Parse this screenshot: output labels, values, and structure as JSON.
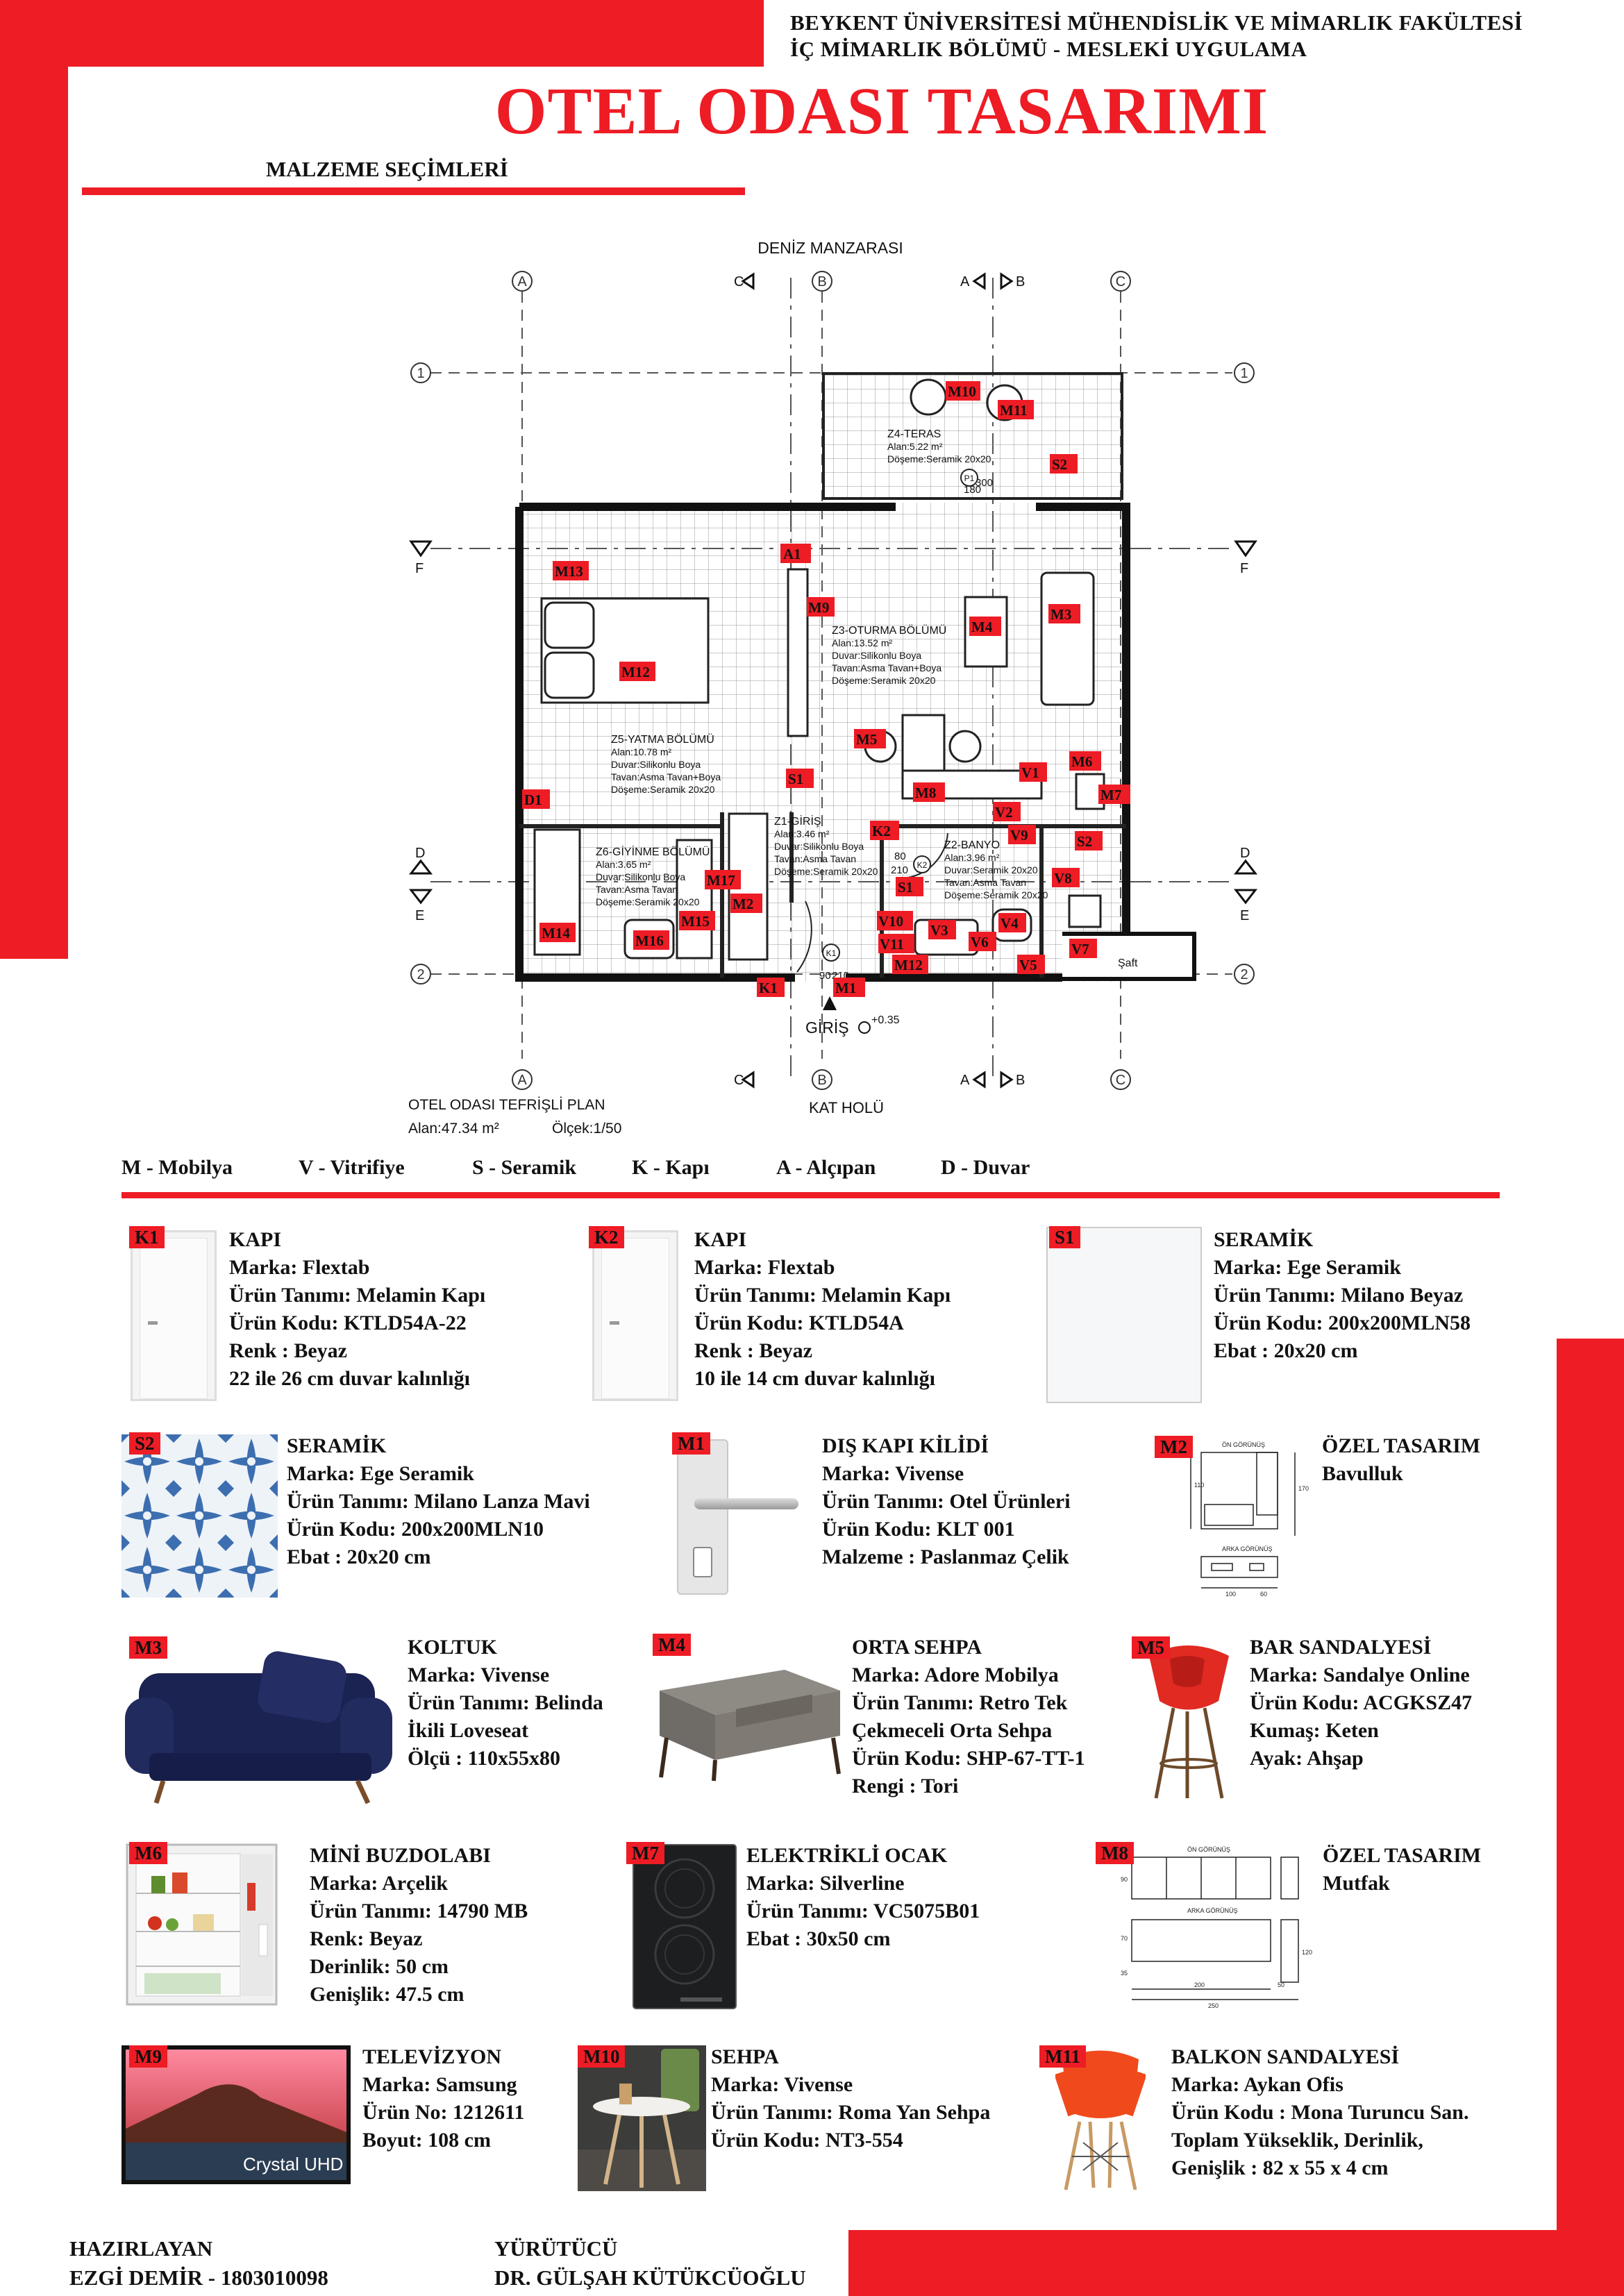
{
  "header": {
    "line1": "BEYKENT ÜNİVERSİTESİ MÜHENDİSLİK VE MİMARLIK FAKÜLTESİ",
    "line2": "İÇ MİMARLIK BÖLÜMÜ - MESLEKİ UYGULAMA",
    "title": "OTEL ODASI TASARIMI",
    "subtitle": "MALZEME SEÇİMLERİ"
  },
  "plan": {
    "top_label": "DENİZ MANZARASI",
    "bottom_label": "KAT HOLÜ",
    "entry_label": "GİRİŞ",
    "elevation": "+0.35",
    "caption_title": "OTEL ODASI TEFRİŞLİ PLAN",
    "caption_area": "Alan:47.34 m²",
    "caption_scale": "Ölçek:1/50",
    "grid": {
      "A": "A",
      "B": "B",
      "C": "C",
      "r1": "1",
      "r2": "2"
    },
    "sections": {
      "c": "C",
      "a": "A",
      "b": "B",
      "d": "D",
      "e": "E",
      "f": "F"
    },
    "shaft": "Şaft",
    "door_dims": {
      "d1": "80",
      "d2": "210",
      "d3": "90",
      "d4": "210",
      "d5": "180",
      "d6": "300"
    },
    "zones": [
      {
        "name": "Z4-TERAS",
        "lines": [
          "Alan:5.22 m²",
          "Döşeme:Seramik 20x20"
        ]
      },
      {
        "name": "Z3-OTURMA BÖLÜMÜ",
        "lines": [
          "Alan:13.52 m²",
          "Duvar:Silikonlu Boya",
          "Tavan:Asma Tavan+Boya",
          "Döşeme:Seramik 20x20"
        ]
      },
      {
        "name": "Z5-YATMA BÖLÜMÜ",
        "lines": [
          "Alan:10.78 m²",
          "Duvar:Silikonlu Boya",
          "Tavan:Asma Tavan+Boya",
          "Döşeme:Seramik 20x20"
        ]
      },
      {
        "name": "Z1-GİRİŞ",
        "lines": [
          "Alan:3.46 m²",
          "Duvar:Silikonlu Boya",
          "Tavan:Asma Tavan",
          "Döşeme:Seramik 20x20"
        ]
      },
      {
        "name": "Z2-BANYO",
        "lines": [
          "Alan:3.96 m²",
          "Duvar:Seramik 20x20",
          "Tavan:Asma Tavan",
          "Döşeme:Seramik 20x20"
        ]
      },
      {
        "name": "Z6-GİYİNME BÖLÜMÜ",
        "lines": [
          "Alan:3.65 m²",
          "Duvar:Silikonlu Boya",
          "Tavan:Asma Tavan",
          "Döşeme:Seramik 20x20"
        ]
      }
    ],
    "tags": [
      "M10",
      "M11",
      "S2",
      "A1",
      "M13",
      "M9",
      "M4",
      "M3",
      "M12",
      "M5",
      "S1",
      "V1",
      "M6",
      "M7",
      "D1",
      "M8",
      "V2",
      "K2",
      "V9",
      "S2",
      "M17",
      "M2",
      "S1",
      "V8",
      "V10",
      "V3",
      "V4",
      "M14",
      "M16",
      "M15",
      "V11",
      "V6",
      "M12",
      "V5",
      "V7",
      "K1",
      "M1"
    ],
    "grid_labels_small": [
      "K1",
      "K2",
      "P1"
    ]
  },
  "legend": [
    "M - Mobilya",
    "V - Vitrifiye",
    "S - Seramik",
    "K - Kapı",
    "A - Alçıpan",
    "D - Duvar"
  ],
  "items": [
    {
      "code": "K1",
      "lines": [
        "KAPI",
        "Marka: Flextab",
        "Ürün Tanımı: Melamin Kapı",
        "Ürün Kodu: KTLD54A-22",
        "Renk : Beyaz",
        "22 ile 26 cm duvar kalınlığı"
      ]
    },
    {
      "code": "K2",
      "lines": [
        "KAPI",
        "Marka: Flextab",
        "Ürün Tanımı: Melamin Kapı",
        "Ürün Kodu: KTLD54A",
        "Renk : Beyaz",
        "10 ile 14 cm duvar kalınlığı"
      ]
    },
    {
      "code": "S1",
      "lines": [
        "SERAMİK",
        "Marka: Ege Seramik",
        "Ürün Tanımı: Milano Beyaz",
        "Ürün Kodu: 200x200MLN58",
        "Ebat : 20x20 cm"
      ]
    },
    {
      "code": "S2",
      "lines": [
        "SERAMİK",
        "Marka: Ege Seramik",
        "Ürün Tanımı: Milano Lanza Mavi",
        "Ürün Kodu: 200x200MLN10",
        "Ebat : 20x20 cm"
      ]
    },
    {
      "code": "M1",
      "lines": [
        "DIŞ KAPI KİLİDİ",
        "Marka: Vivense",
        "Ürün Tanımı: Otel Ürünleri",
        "Ürün Kodu: KLT 001",
        "Malzeme : Paslanmaz Çelik"
      ]
    },
    {
      "code": "M2",
      "lines": [
        "ÖZEL TASARIM",
        "Bavulluk"
      ]
    },
    {
      "code": "M3",
      "lines": [
        "KOLTUK",
        "Marka: Vivense",
        "Ürün Tanımı: Belinda",
        "İkili Loveseat",
        "Ölçü : 110x55x80"
      ]
    },
    {
      "code": "M4",
      "lines": [
        "ORTA SEHPA",
        "Marka: Adore Mobilya",
        "Ürün Tanımı: Retro Tek",
        "Çekmeceli Orta Sehpa",
        "Ürün Kodu: SHP-67-TT-1",
        "Rengi : Tori"
      ]
    },
    {
      "code": "M5",
      "lines": [
        "BAR SANDALYESİ",
        "Marka: Sandalye Online",
        "Ürün Kodu: ACGKSZ47",
        "Kumaş: Keten",
        "Ayak: Ahşap"
      ]
    },
    {
      "code": "M6",
      "lines": [
        "MİNİ BUZDOLABI",
        "Marka: Arçelik",
        "Ürün Tanımı: 14790 MB",
        "Renk:  Beyaz",
        "Derinlik: 50 cm",
        "Genişlik: 47.5 cm"
      ]
    },
    {
      "code": "M7",
      "lines": [
        "ELEKTRİKLİ OCAK",
        "Marka: Silverline",
        "Ürün Tanımı: VC5075B01",
        "Ebat : 30x50 cm"
      ]
    },
    {
      "code": "M8",
      "lines": [
        "ÖZEL TASARIM",
        "Mutfak"
      ]
    },
    {
      "code": "M9",
      "lines": [
        "TELEVİZYON",
        "Marka: Samsung",
        "Ürün No: 1212611",
        "Boyut: 108 cm"
      ]
    },
    {
      "code": "M10",
      "lines": [
        "SEHPA",
        "Marka: Vivense",
        "Ürün Tanımı: Roma Yan Sehpa",
        "Ürün Kodu: NT3-554"
      ]
    },
    {
      "code": "M11",
      "lines": [
        "BALKON SANDALYESİ",
        "Marka: Aykan Ofis",
        "Ürün Kodu : Mona Turuncu San.",
        "Toplam Yükseklik, Derinlik,",
        "Genişlik : 82 x 55 x 4 cm"
      ]
    }
  ],
  "drawing_labels": {
    "on": "ÖN GÖRÜNÜŞ",
    "arka": "ARKA GÖRÜNÜŞ",
    "tv": "Crystal UHD",
    "m2d": [
      "110",
      "170",
      "100",
      "60"
    ],
    "m8d": [
      "90",
      "120",
      "70",
      "35",
      "200",
      "50",
      "250"
    ]
  },
  "footer": {
    "left_title": "HAZIRLAYAN",
    "left_name": "EZGİ DEMİR - 1803010098",
    "right_title": "YÜRÜTÜCÜ",
    "right_name": "DR. GÜLŞAH KÜTÜKCÜOĞLU"
  },
  "colors": {
    "accent": "#ee1c25",
    "navy": "#1b2352",
    "tile_blue": "#3d6fb0"
  }
}
